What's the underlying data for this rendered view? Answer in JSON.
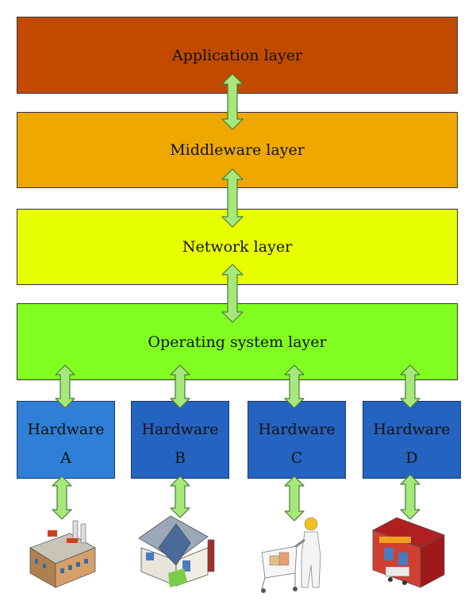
{
  "layers": {
    "application": "Application layer",
    "middleware": "Middleware layer",
    "network": "Network layer",
    "os": "Operating system layer"
  },
  "hardware": [
    {
      "line1": "Hardware",
      "line2": "A"
    },
    {
      "line1": "Hardware",
      "line2": "B"
    },
    {
      "line1": "Hardware",
      "line2": "C"
    },
    {
      "line1": "Hardware",
      "line2": "D"
    }
  ],
  "devices": [
    "factory-icon",
    "house-icon",
    "shopping-person-icon",
    "store-icon"
  ],
  "colors": {
    "application": "#c24a00",
    "middleware": "#eea800",
    "network": "#e8ff00",
    "os": "#80ff20",
    "hardware": "#2563c0",
    "arrow": "#a6e87a"
  }
}
